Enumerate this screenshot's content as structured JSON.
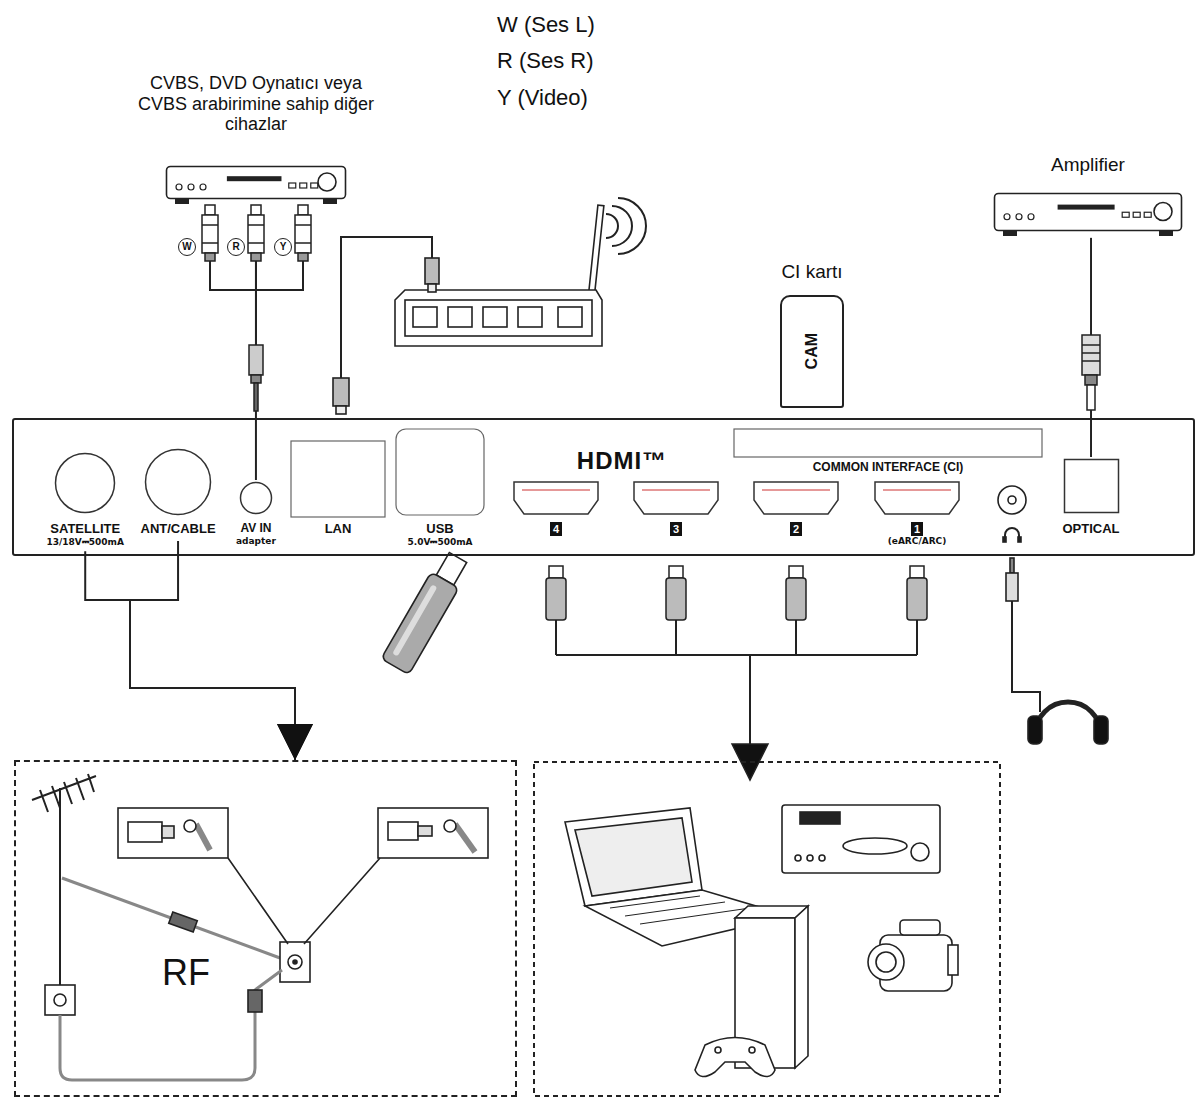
{
  "diagram": {
    "nodes": [
      {
        "text": [
          "CVBS, DVD Oynatıcı veya CVBS arabirimine sahip diğer cihazlar"
        ]
      },
      {
        "text": [
          "CI kartı",
          "CAM"
        ]
      },
      {
        "text": [
          "Amplifier"
        ]
      },
      {
        "text": [
          "HDMI™"
        ]
      },
      {
        "text": [
          "SATELLITE",
          "13/18V⎓500mA"
        ],
        "in": 3
      },
      {
        "text": [
          "ANT/CABLE"
        ],
        "in": 3
      },
      {
        "text": [
          "AV IN",
          "adapter"
        ],
        "in": 3
      },
      {
        "text": [
          "LAN"
        ],
        "in": 3
      },
      {
        "text": [
          "USB",
          "5.0V⎓500mA"
        ],
        "in": 3
      },
      {
        "text": [
          "4"
        ],
        "in": 3
      },
      {
        "text": [
          "3"
        ],
        "in": 3
      },
      {
        "text": [
          "2"
        ],
        "in": 3
      },
      {
        "text": [
          "1",
          "(eARC/ARC)"
        ],
        "in": 3
      },
      {
        "text": [
          "COMMON INTERFACE (CI)"
        ],
        "in": 3
      },
      {
        "text": [
          "OPTICAL"
        ],
        "in": 3
      },
      {
        "text": [
          "RF"
        ]
      }
    ],
    "edges": [
      {
        "from": 0,
        "to": 6,
        "arrow": "none"
      },
      {
        "from": 2,
        "to": 14,
        "arrow": "none"
      },
      {
        "from": 4,
        "to": 15,
        "arrow": "to"
      },
      {
        "from": 5,
        "to": 15,
        "arrow": "to"
      }
    ],
    "labels": [
      "W (Ses L)",
      "R (Ses R)",
      "Y (Video)",
      "W",
      "R",
      "Y"
    ]
  }
}
